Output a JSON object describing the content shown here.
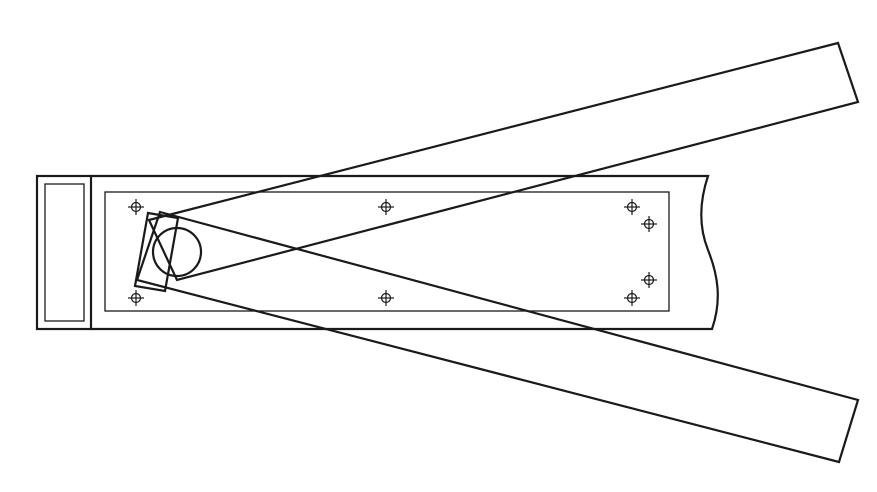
{
  "diagram": {
    "description_free": true,
    "stroke_color": "#1a1a1a",
    "background_color": "#ffffff",
    "mounting_holes": 8,
    "swing_arms": 2,
    "pivot_circles": 1
  }
}
